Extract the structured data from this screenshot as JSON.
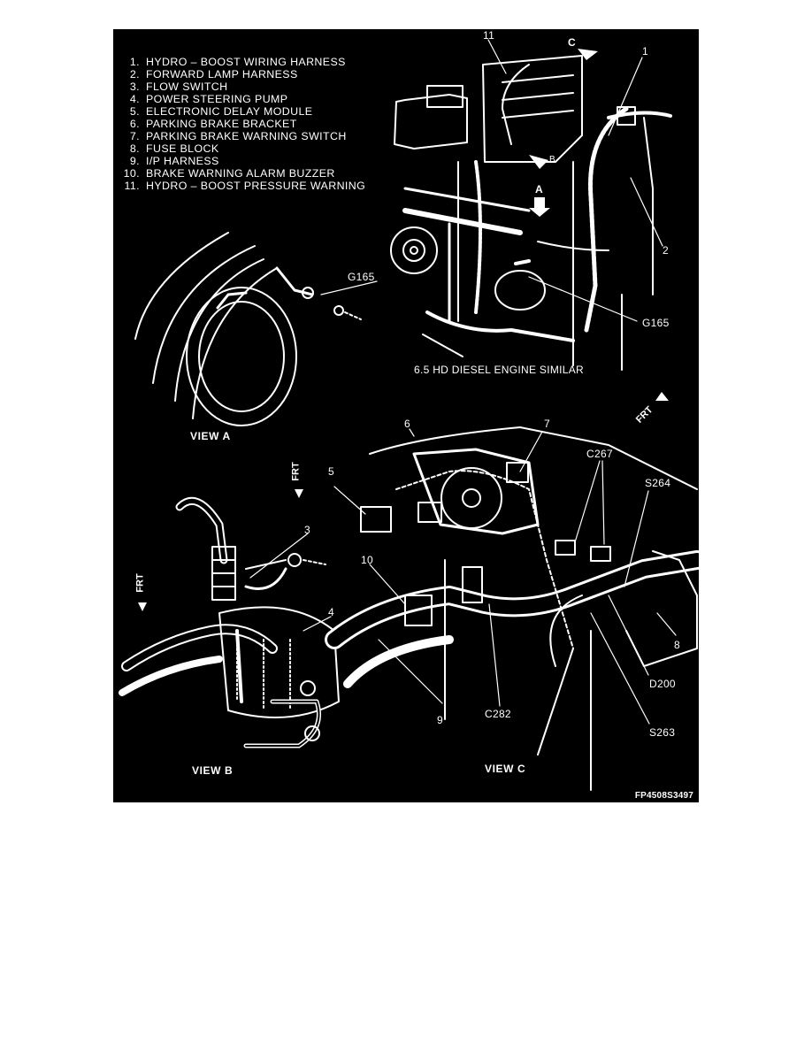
{
  "legend": [
    {
      "num": "1.",
      "text": "HYDRO – BOOST WIRING HARNESS"
    },
    {
      "num": "2.",
      "text": "FORWARD LAMP HARNESS"
    },
    {
      "num": "3.",
      "text": "FLOW SWITCH"
    },
    {
      "num": "4.",
      "text": "POWER STEERING PUMP"
    },
    {
      "num": "5.",
      "text": "ELECTRONIC DELAY MODULE"
    },
    {
      "num": "6.",
      "text": "PARKING BRAKE BRACKET"
    },
    {
      "num": "7.",
      "text": "PARKING BRAKE WARNING SWITCH"
    },
    {
      "num": "8.",
      "text": "FUSE BLOCK"
    },
    {
      "num": "9.",
      "text": "I/P HARNESS"
    },
    {
      "num": "10.",
      "text": "BRAKE WARNING ALARM BUZZER"
    },
    {
      "num": "11.",
      "text": "HYDRO – BOOST PRESSURE WARNING"
    }
  ],
  "views": {
    "a": "VIEW  A",
    "b": "VIEW  B",
    "c": "VIEW  C"
  },
  "engine_note": "6.5 HD DIESEL ENGINE SIMILAR",
  "figure_code": "FP4508S3497",
  "frt": "FRT",
  "callouts": {
    "n1": "1",
    "n2": "2",
    "n3": "3",
    "n4": "4",
    "n5": "5",
    "n6": "6",
    "n7": "7",
    "n8": "8",
    "n9": "9",
    "n10": "10",
    "n11": "11",
    "view_a_arrow": "A",
    "view_b_arrow": "B",
    "view_c_arrow": "C",
    "g165_a": "G165",
    "g165_main": "G165",
    "c267": "C267",
    "s264": "S264",
    "d200": "D200",
    "s263": "S263",
    "c282": "C282"
  }
}
